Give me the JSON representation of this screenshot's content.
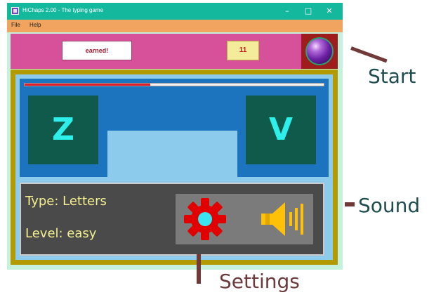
{
  "window": {
    "title": "HiChaps 2.00 - The typing game",
    "controls": {
      "minimize": "–",
      "maximize": "□",
      "close": "✕"
    }
  },
  "menu": {
    "items": [
      "File",
      "Help"
    ]
  },
  "topbar": {
    "earned_label": "earned!",
    "score": "11",
    "start_button_icon": "purple-orb-icon"
  },
  "game": {
    "progress": 0.42,
    "letters": [
      "Z",
      "V"
    ]
  },
  "info": {
    "type_label": "Type: Letters",
    "level_label": "Level: easy"
  },
  "icons": {
    "settings": "gear-icon",
    "sound": "speaker-icon"
  },
  "callouts": {
    "start": "Start",
    "sound": "Sound",
    "settings": "Settings"
  },
  "colors": {
    "titlebar": "#14b89d",
    "menubar": "#f0a45f",
    "topbar": "#d6519a",
    "game_border": "#b39a00",
    "letters_panel": "#1c74bf",
    "letter_tile": "#0f5a4b",
    "letter_text": "#2ef0ea",
    "info_text": "#f3ef8e",
    "gear": "#e00000",
    "speaker": "#ffc107"
  }
}
